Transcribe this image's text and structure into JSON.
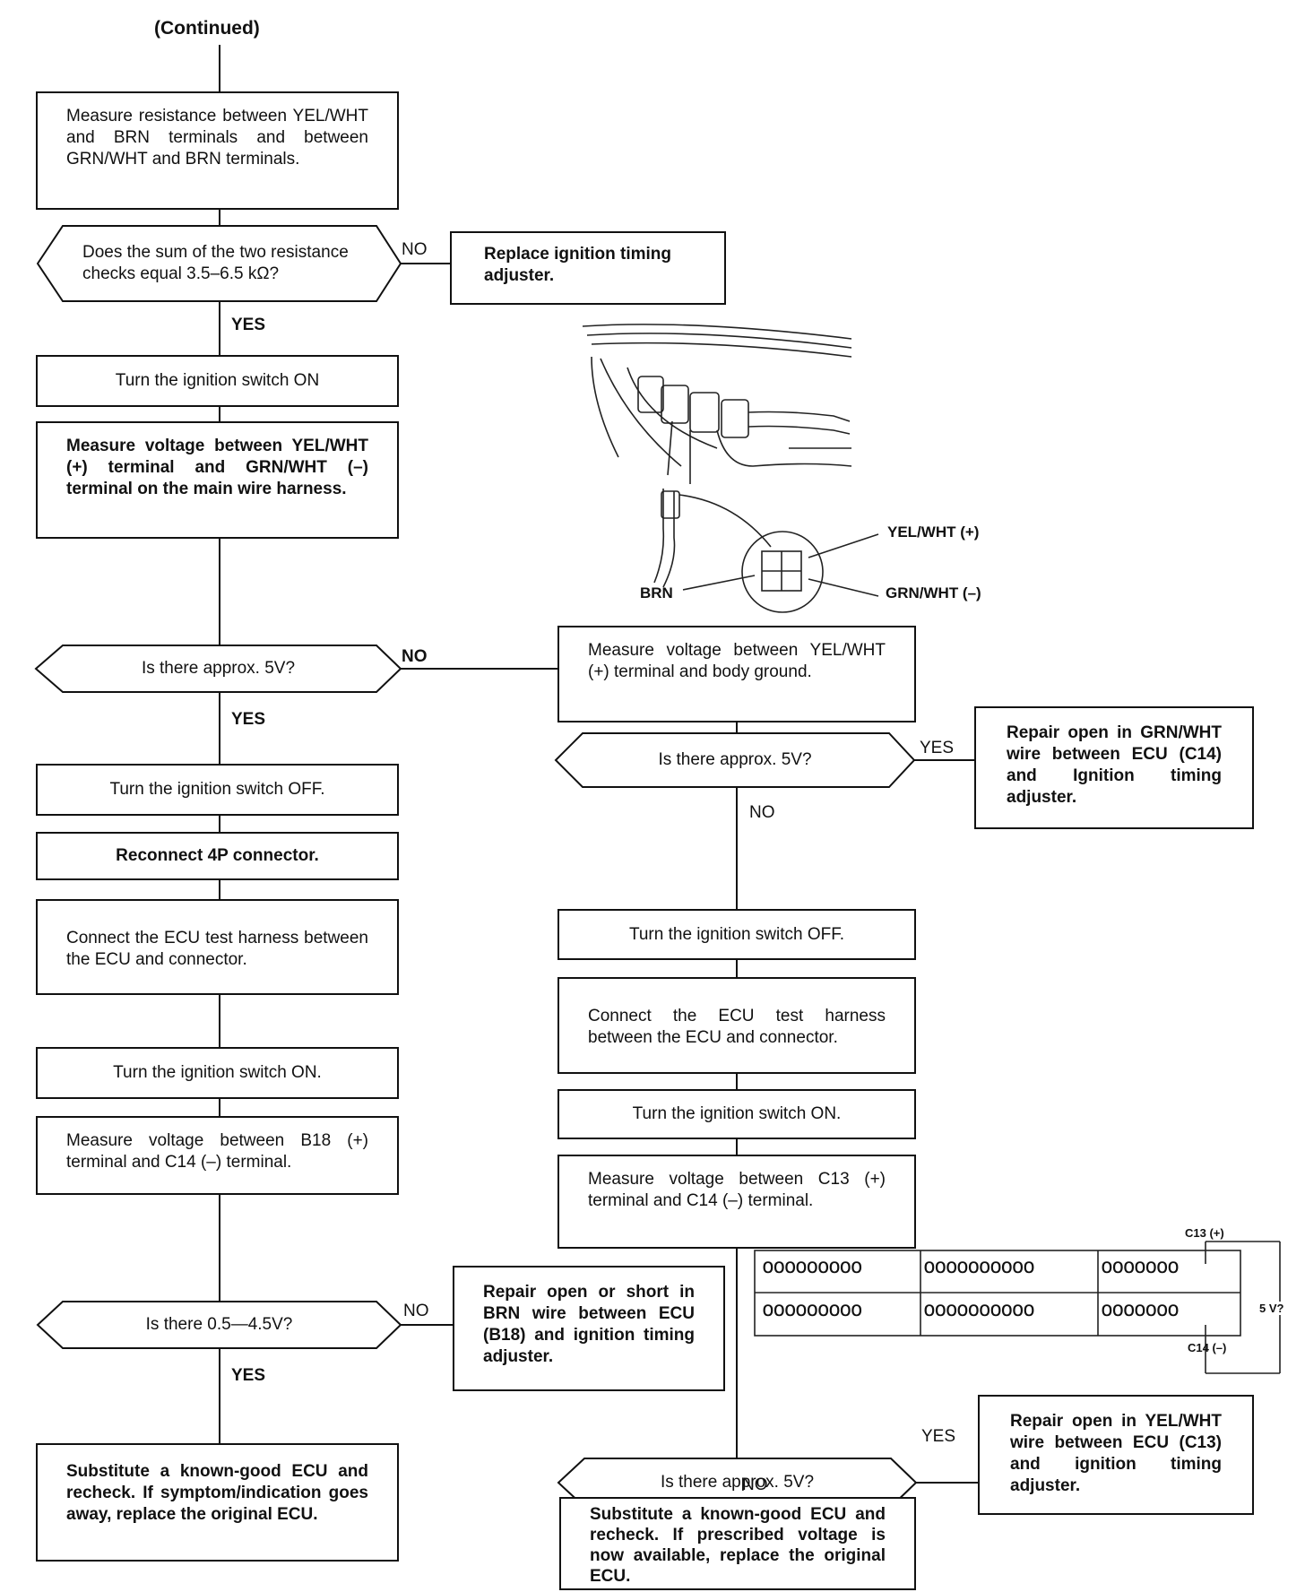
{
  "title": "(Continued)",
  "left": {
    "measure_resistance": "Measure resistance between YEL/WHT and BRN terminals and between GRN/WHT and BRN terminals.",
    "q_sum_resistance": "Does the sum of the two resistance checks equal 3.5–6.5 kΩ?",
    "replace_adjuster": "Replace ignition timing adjuster.",
    "turn_on_1": "Turn the ignition switch ON",
    "measure_voltage_harness": "Measure voltage between YEL/WHT (+) terminal and GRN/WHT (–) terminal on the main wire harness.",
    "q_5v": "Is there approx. 5V?",
    "turn_off": "Turn the ignition switch OFF.",
    "reconnect": "Reconnect 4P connector.",
    "connect_harness": "Connect the ECU test harness between the ECU and connector.",
    "turn_on_2": "Turn the ignition switch ON.",
    "measure_b18": "Measure voltage between B18 (+) terminal and C14 (–) terminal.",
    "q_range": "Is there 0.5—4.5V?",
    "repair_brn": "Repair open or short in BRN wire between ECU (B18) and ignition timing adjuster.",
    "substitute_ecu": "Substitute a known-good ECU and recheck. If symptom/indication goes away, replace the original ECU."
  },
  "right": {
    "measure_body_ground": "Measure voltage between YEL/WHT (+) terminal and body ground.",
    "q_5v_a": "Is there approx. 5V?",
    "repair_grn": "Repair open in GRN/WHT wire between ECU (C14) and Ignition timing adjuster.",
    "turn_off": "Turn the ignition switch OFF.",
    "connect_harness": "Connect the ECU test harness between the ECU and connector.",
    "turn_on": "Turn the ignition switch ON.",
    "measure_c13": "Measure voltage between C13 (+) terminal and C14 (–) terminal.",
    "q_5v_b": "Is there approx. 5V?",
    "repair_yel": "Repair open in YEL/WHT wire between ECU (C13) and ignition timing adjuster.",
    "substitute_ecu": "Substitute a known-good ECU and recheck. If prescribed voltage is now available, replace the original ECU."
  },
  "labels": {
    "yes": "YES",
    "no": "NO"
  },
  "connector_diagram": {
    "yel_wht": "YEL/WHT (+)",
    "brn": "BRN",
    "grn_wht": "GRN/WHT (–)"
  },
  "ecu_diagram": {
    "c13": "C13 (+)",
    "c14": "C14 (–)",
    "volt": "5 V?",
    "rows": [
      [
        "ooooooooo",
        "oooooooooo",
        "ooooooo"
      ],
      [
        "ooooooooo",
        "oooooooooo",
        "ooooooo"
      ]
    ]
  }
}
